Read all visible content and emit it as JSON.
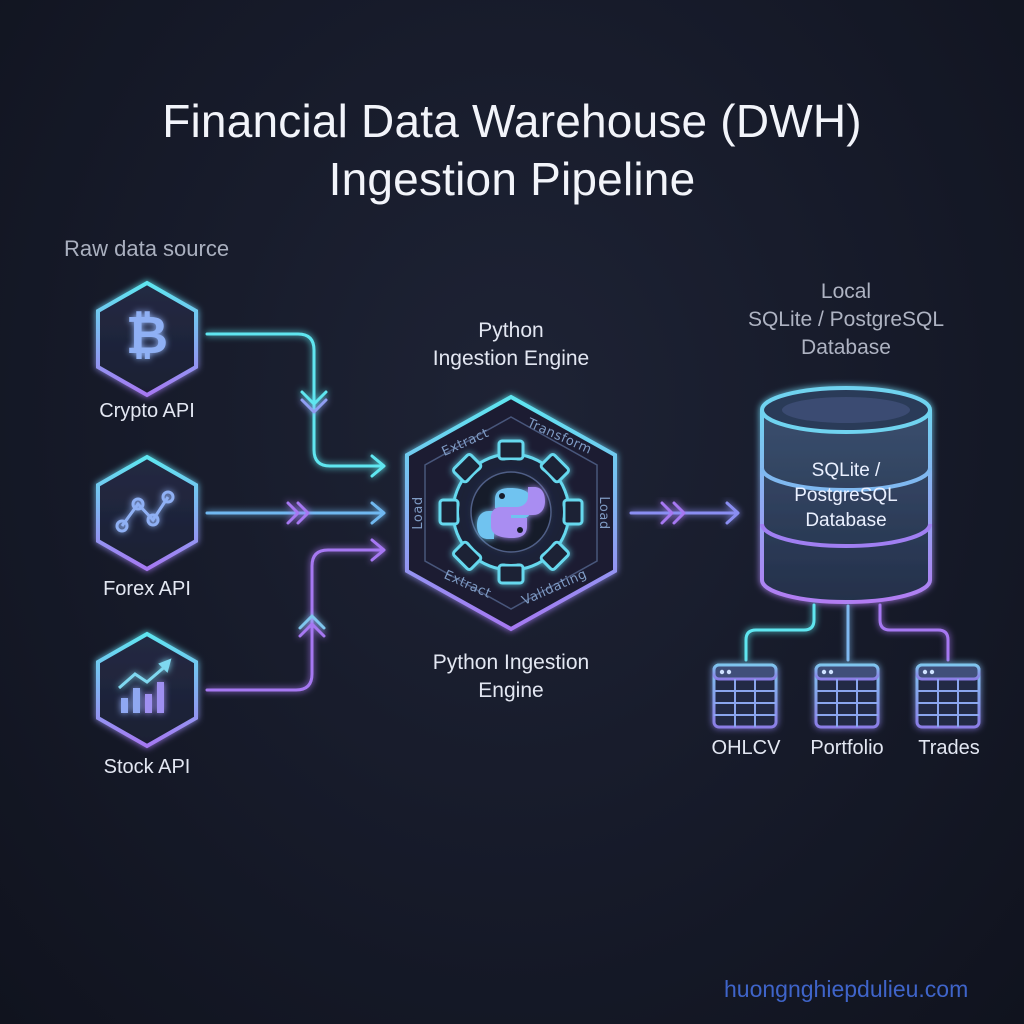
{
  "title_line1": "Financial Data Warehouse (DWH)",
  "title_line2": "Ingestion Pipeline",
  "source_header": "Raw data source",
  "sources": [
    {
      "label": "Crypto API",
      "icon": "bitcoin-icon"
    },
    {
      "label": "Forex API",
      "icon": "line-chart-icon"
    },
    {
      "label": "Stock API",
      "icon": "bar-chart-icon"
    }
  ],
  "engine": {
    "top_label_line1": "Python",
    "top_label_line2": "Ingestion Engine",
    "bottom_label_line1": "Python Ingestion",
    "bottom_label_line2": "Engine",
    "icon": "python-logo-icon",
    "stages": [
      "Extract",
      "Transform",
      "Load",
      "Load",
      "Extract",
      "Validating"
    ]
  },
  "database": {
    "header_line1": "Local",
    "header_line2": "SQLite / PostgreSQL",
    "header_line3": "Database",
    "label_line1": "SQLite /",
    "label_line2": "PostgreSQL",
    "label_line3": "Database",
    "icon": "database-icon"
  },
  "tables": [
    {
      "label": "OHLCV",
      "icon": "table-icon"
    },
    {
      "label": "Portfolio",
      "icon": "table-icon"
    },
    {
      "label": "Trades",
      "icon": "table-icon"
    }
  ],
  "watermark": "huongnghiepdulieu.com",
  "colors": {
    "background": "#161a29",
    "cyan": "#5ee6f0",
    "purple": "#a678f2",
    "watermark": "#3f64c9"
  }
}
